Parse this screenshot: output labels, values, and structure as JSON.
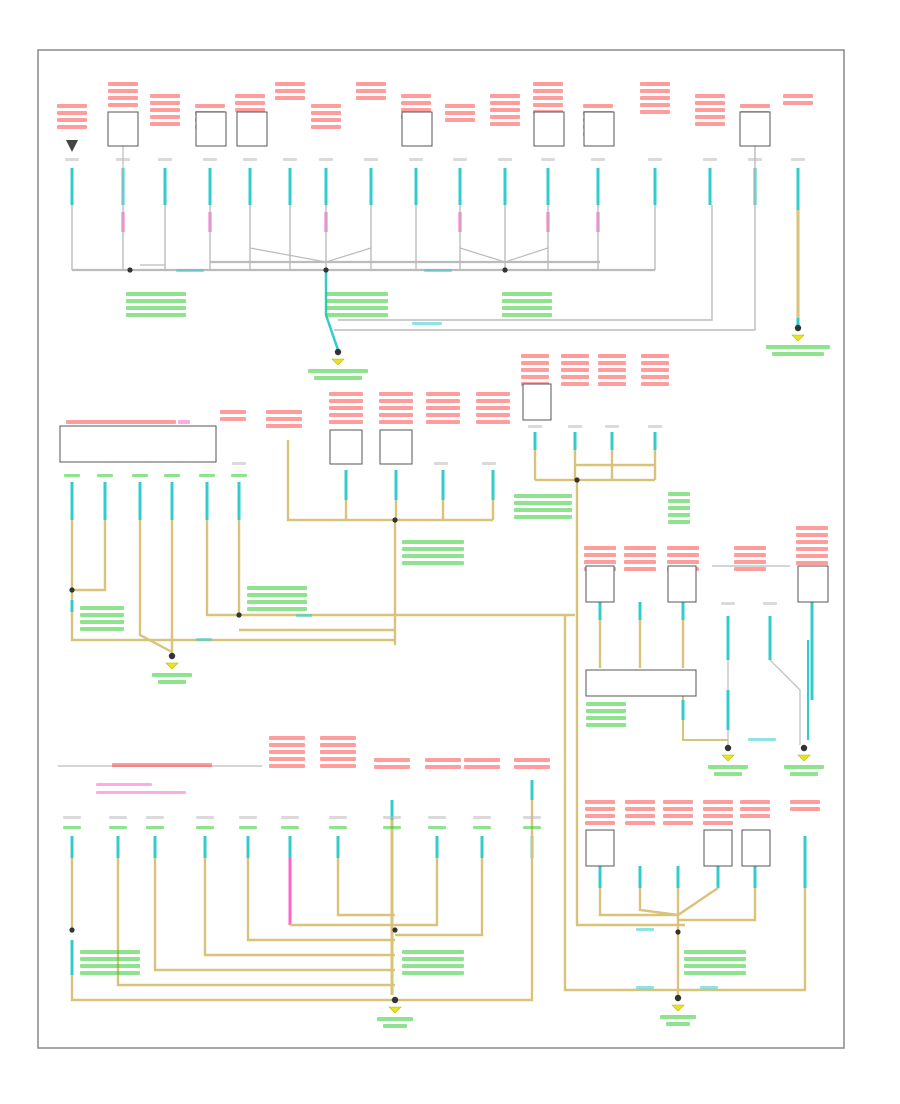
{
  "diagram": {
    "colors": {
      "component_label": "#ff4a4a",
      "ground_label": "#33cc33",
      "wire_blk": "#333333",
      "wire_tan": "#d9c27a",
      "wire_cyan": "#33cccc",
      "wire_pink": "#ff66cc",
      "wire_gray": "#bbbbbb",
      "connector_box": "#555555",
      "border": "#888888"
    },
    "page_ref": "",
    "groups": [
      {
        "id": "top",
        "components": [
          "",
          "",
          "",
          "",
          "",
          "",
          "",
          "",
          "",
          "",
          "",
          "",
          "",
          "",
          "",
          "",
          ""
        ],
        "ground_labels": [
          "",
          "",
          "",
          "",
          ""
        ]
      },
      {
        "id": "middle-left",
        "components": [
          "",
          "",
          "",
          "",
          "",
          "",
          "",
          ""
        ],
        "ground_labels": [
          "",
          "",
          ""
        ]
      },
      {
        "id": "middle-right",
        "components": [
          "",
          "",
          "",
          "",
          "",
          "",
          "",
          "",
          "",
          ""
        ],
        "ground_labels": [
          "",
          "",
          "",
          ""
        ]
      },
      {
        "id": "bottom",
        "components": [
          "",
          "",
          "",
          "",
          "",
          "",
          "",
          "",
          "",
          "",
          "",
          "",
          "",
          ""
        ],
        "ground_labels": [
          "",
          "",
          "",
          ""
        ]
      }
    ],
    "icons": {
      "ground": "ground-symbol-icon",
      "connector": "connector-box-icon",
      "splice": "splice-dot-icon"
    }
  }
}
